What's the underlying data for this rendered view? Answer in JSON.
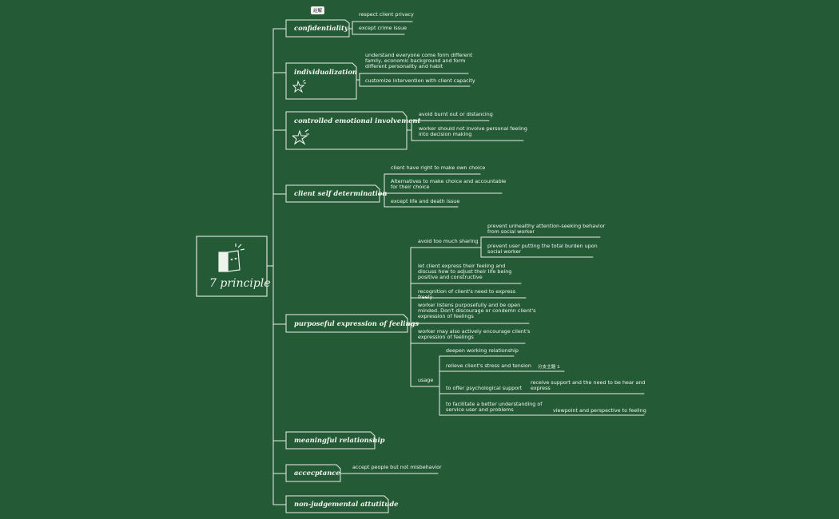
{
  "root": {
    "title": "7 principle",
    "icon": "books-icon"
  },
  "topics": {
    "confidentiality": {
      "label": "confidentiality",
      "tag": "註解",
      "subs": [
        "respect client privacy",
        "except crime issue"
      ]
    },
    "individualization": {
      "label": "individualization",
      "icon": "star-icon",
      "subs": [
        "understand everyone come form different\nfamily, economic background and form\ndifferent personality and habit",
        "customize intervention with client capacity"
      ]
    },
    "controlled": {
      "label": "controlled emotional involvement",
      "icon": "star-icon",
      "subs": [
        "avoid burnt out or distancing",
        "worker should not involve personal feeling\ninto decision making"
      ]
    },
    "self_determination": {
      "label": "client self determination",
      "subs": [
        "client have right to make own choice",
        "Alternatives to make choice and accountable\nfor their choice",
        "except life and death issue"
      ]
    },
    "purposeful": {
      "label": "purposeful expression of feelings",
      "avoid": {
        "label": "avoid too much sharing",
        "subs": [
          "prevent unhealthy attention-seeking behavior\nfrom social worker",
          "prevent user putting the total burden upon\nsocial worker"
        ]
      },
      "items": [
        "let client express their feeling and\ndiscuss how to adjust their life being\npositive and constructive",
        "recognition of client's need to express\nfreely",
        "worker listens purposefully and be open\nminded. Don't discourage or condemn client's\nexpression of feelings",
        "worker may also actively encourage client's\nexpression of feelings"
      ],
      "usage": {
        "label": "usage",
        "subs": [
          "deepen working relationship",
          "relieve client's stress and tension",
          "to offer psychological support",
          "to facilitate a better understanding of\nservice user and problems"
        ],
        "stress_child": "分支主題 1",
        "support_child": "receive support and the need to be hear and\nexpress",
        "understanding_child": "viewpoint and perspective to feeling"
      }
    },
    "meaningful": {
      "label": "meaningful relationship"
    },
    "acceptance": {
      "label": "accecptance",
      "subs": [
        "accept people but not misbehavior"
      ]
    },
    "non_judgemental": {
      "label": "non-judgemental attutitude"
    }
  }
}
